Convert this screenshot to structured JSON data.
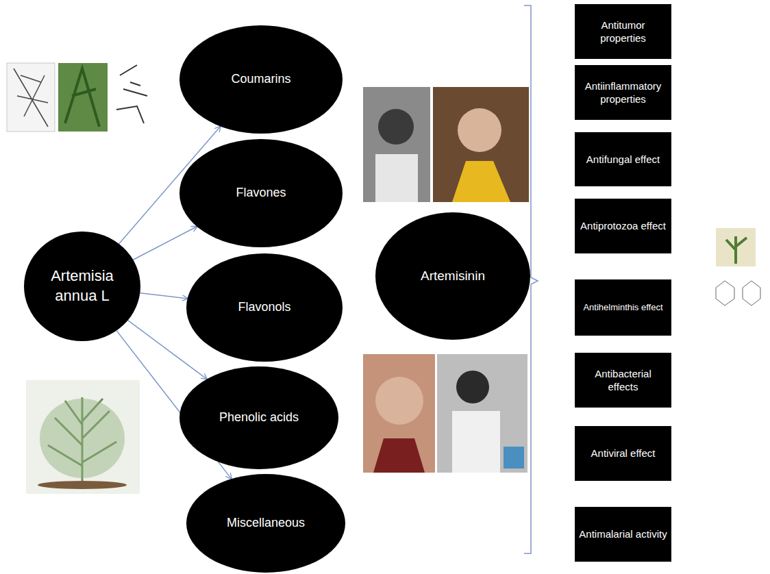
{
  "diagram": {
    "nodes": [
      {
        "text": [
          "Artemisia annua L"
        ]
      },
      {
        "text": [
          "Coumarins"
        ]
      },
      {
        "text": [
          "Flavones"
        ]
      },
      {
        "text": [
          "Flavonols"
        ]
      },
      {
        "text": [
          "Phenolic acids"
        ]
      },
      {
        "text": [
          "Miscellaneous"
        ]
      },
      {
        "text": [
          "Artemisinin"
        ]
      },
      {
        "text": [
          "Antitumor properties"
        ]
      },
      {
        "text": [
          "Antiinflammatory properties"
        ]
      },
      {
        "text": [
          "Antifungal effect"
        ]
      },
      {
        "text": [
          "Antiprotozoa effect"
        ]
      },
      {
        "text": [
          "Antihelminthis effect"
        ]
      },
      {
        "text": [
          "Antibacterial effects"
        ]
      },
      {
        "text": [
          "Antiviral effect"
        ]
      },
      {
        "text": [
          "Antimalarial activity"
        ]
      }
    ],
    "edges": [
      {
        "from": 0,
        "to": 1,
        "arrow": "to"
      },
      {
        "from": 0,
        "to": 2,
        "arrow": "to"
      },
      {
        "from": 0,
        "to": 3,
        "arrow": "to"
      },
      {
        "from": 0,
        "to": 4,
        "arrow": "to"
      },
      {
        "from": 0,
        "to": 5,
        "arrow": "to"
      }
    ]
  }
}
